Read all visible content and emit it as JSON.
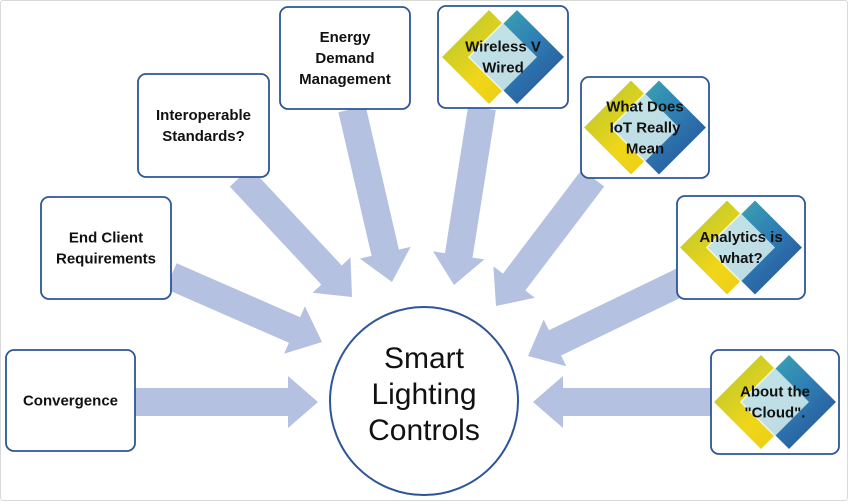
{
  "center": {
    "lines": [
      "Smart",
      "Lighting",
      "Controls"
    ]
  },
  "nodes": [
    {
      "id": "convergence",
      "lines": [
        "Convergence"
      ],
      "style": "plain"
    },
    {
      "id": "end-client-requirements",
      "lines": [
        "End Client",
        "Requirements"
      ],
      "style": "plain"
    },
    {
      "id": "interoperable-standards",
      "lines": [
        "Interoperable",
        "Standards?"
      ],
      "style": "plain"
    },
    {
      "id": "energy-demand-management",
      "lines": [
        "Energy",
        "Demand",
        "Management"
      ],
      "style": "plain"
    },
    {
      "id": "wireless-v-wired",
      "lines": [
        "Wireless V",
        "Wired"
      ],
      "style": "diamond"
    },
    {
      "id": "what-does-iot-really-mean",
      "lines": [
        "What Does",
        "IoT Really",
        "Mean"
      ],
      "style": "diamond"
    },
    {
      "id": "analytics-is-what",
      "lines": [
        "Analytics is",
        "what?"
      ],
      "style": "diamond"
    },
    {
      "id": "about-the-cloud",
      "lines": [
        "About the",
        "\"Cloud\"."
      ],
      "style": "diamond"
    }
  ],
  "colors": {
    "box_border": "#2e5597",
    "arrow_fill": "#b4c1e1",
    "center_border": "#2e5597",
    "diamond_yellow": "#e8d20e",
    "diamond_green": "#9cc32a",
    "diamond_teal": "#2aa7a6",
    "diamond_blue": "#1f4e9a"
  }
}
